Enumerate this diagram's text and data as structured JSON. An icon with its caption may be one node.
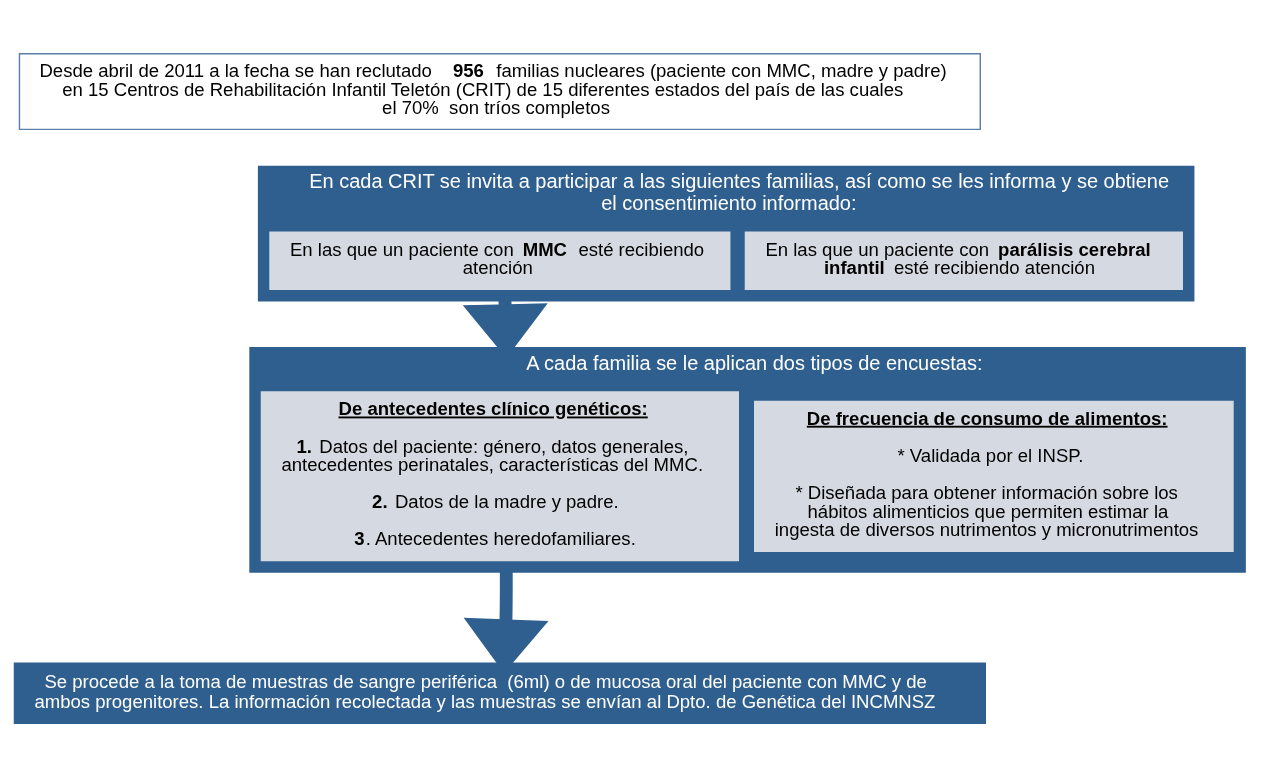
{
  "diagram": {
    "nodes": [
      {
        "text": [
          "Desde abril de 2011 a la fecha se han reclutado  **956** familias nucleares (paciente con MMC, madre y padre) en 15 Centros de Rehabilitación Infantil Teletón (CRIT) de 15 diferentes estados del país de las cuales el 70%  son tríos completos"
        ]
      },
      {
        "text": [
          "En cada CRIT se invita a participar a las siguientes familias, así como se les informa y se obtiene el consentimiento informado:"
        ]
      },
      {
        "text": [
          "En las que un paciente con **MMC** esté recibiendo atención"
        ],
        "in": 1
      },
      {
        "text": [
          "En las que un paciente con **parálisis cerebral infantil** esté recibiendo atención"
        ],
        "in": 1
      },
      {
        "text": [
          "A cada familia se le aplican dos tipos de encuestas:"
        ]
      },
      {
        "text": [
          "De antecedentes clínico genéticos:",
          "**1.** Datos del paciente: género, datos generales, antecedentes perinatales, características del MMC.",
          "**2.** Datos de la madre y padre.",
          "**3**. Antecedentes heredofamiliares."
        ],
        "in": 4
      },
      {
        "text": [
          "De frecuencia de consumo de alimentos:",
          "* Validada por el INSP.",
          "* Diseñada para obtener información sobre los hábitos alimenticios que permiten estimar la ingesta de diversos nutrimentos y micronutrimentos"
        ],
        "in": 4
      },
      {
        "text": [
          "Se procede a la toma de muestras de sangre periférica  (6ml) o de mucosa oral del paciente con MMC y de ambos progenitores. La información recolectada y las muestras se envían al Dpto. de Genética del INCMNSZ"
        ]
      }
    ],
    "edges": [
      {
        "from": 1,
        "to": 4,
        "arrow": "to"
      },
      {
        "from": 4,
        "to": 7,
        "arrow": "to"
      }
    ]
  }
}
